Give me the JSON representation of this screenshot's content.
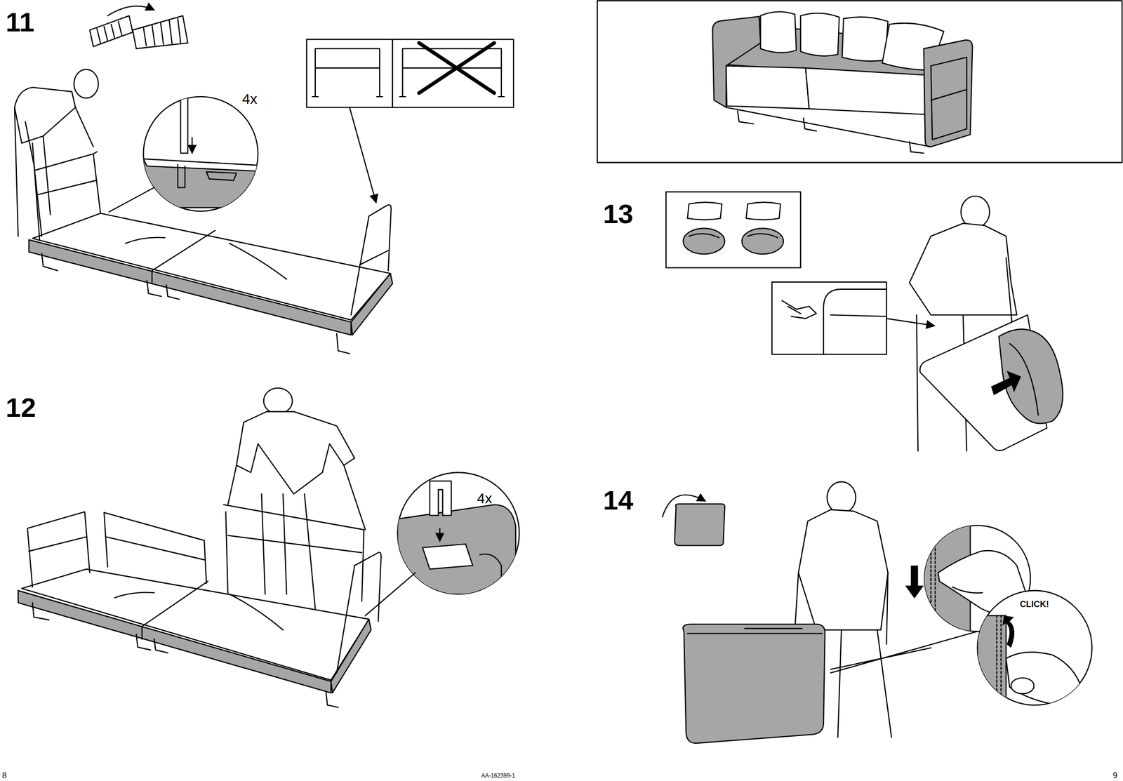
{
  "diagram": {
    "labels": [
      "11",
      "4x",
      "12",
      "4x",
      "13",
      "14",
      "CLICK!",
      "8",
      "AA-162399-1",
      "9"
    ]
  }
}
